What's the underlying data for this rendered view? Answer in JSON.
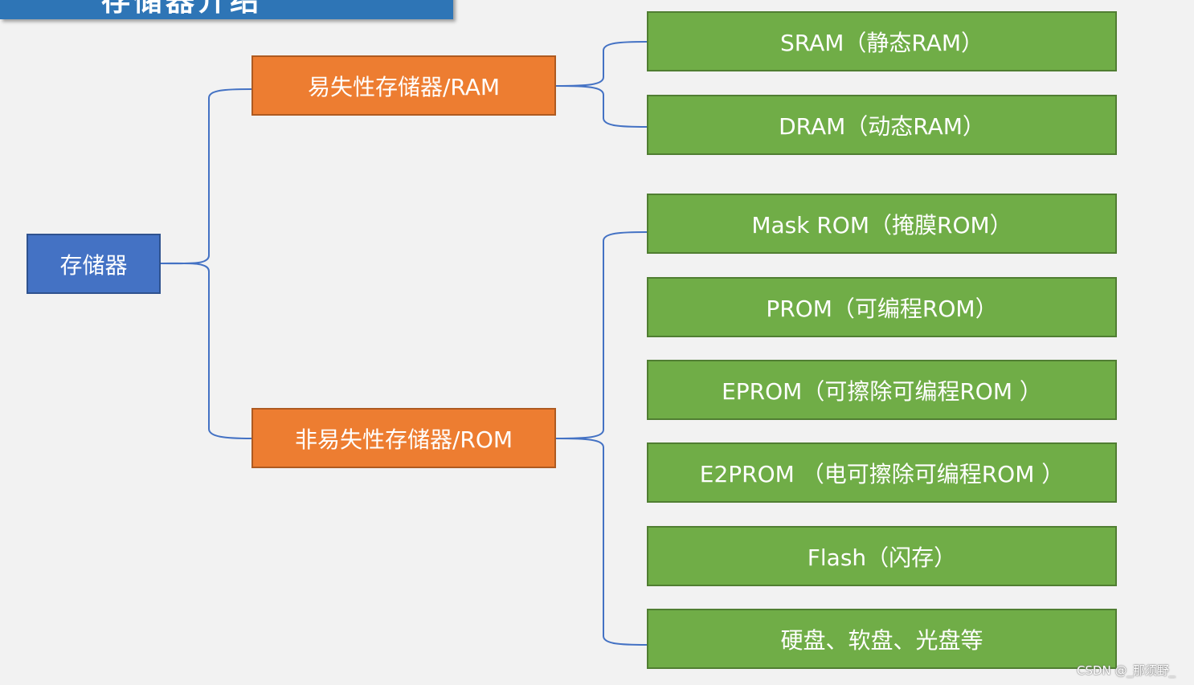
{
  "title": "存储器介绍",
  "root": {
    "label": "存储器"
  },
  "branches": [
    {
      "label": "易失性存储器/RAM",
      "children": [
        "SRAM（静态RAM）",
        "DRAM（动态RAM）"
      ]
    },
    {
      "label": "非易失性存储器/ROM",
      "children": [
        "Mask ROM（掩膜ROM）",
        "PROM（可编程ROM）",
        "EPROM（可擦除可编程ROM ）",
        "E2PROM （电可擦除可编程ROM ）",
        "Flash（闪存）",
        "硬盘、软盘、光盘等"
      ]
    }
  ],
  "watermark": "CSDN @_那须野_",
  "colors": {
    "root": "#4472c4",
    "branch": "#ed7d31",
    "leaf": "#70ad47",
    "connector": "#4472c4",
    "title_banner": "#2e75b6"
  }
}
